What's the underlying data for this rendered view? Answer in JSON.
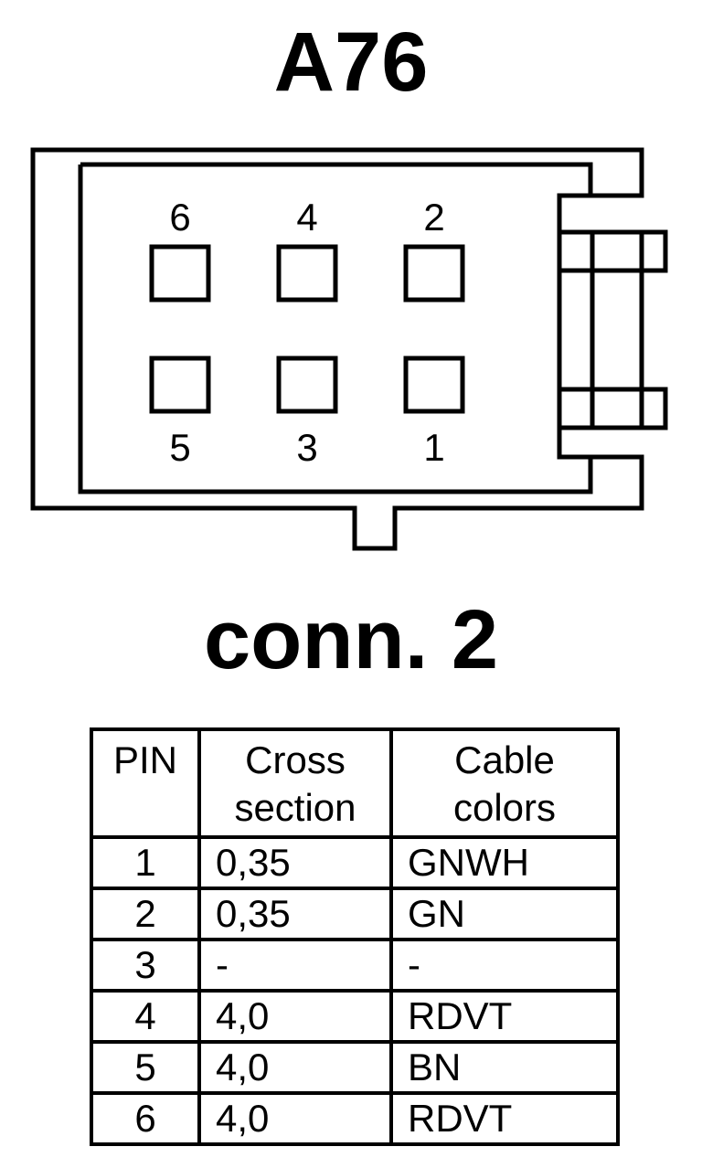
{
  "title": "A76",
  "subtitle": "conn. 2",
  "connector": {
    "top_pins": [
      "6",
      "4",
      "2"
    ],
    "bottom_pins": [
      "5",
      "3",
      "1"
    ]
  },
  "table": {
    "headers": {
      "pin": "PIN",
      "cross_line1": "Cross",
      "cross_line2": "section",
      "color_line1": "Cable",
      "color_line2": "colors"
    },
    "rows": [
      {
        "pin": "1",
        "cross": "0,35",
        "color": "GNWH"
      },
      {
        "pin": "2",
        "cross": "0,35",
        "color": "GN"
      },
      {
        "pin": "3",
        "cross": "-",
        "color": "-"
      },
      {
        "pin": "4",
        "cross": "4,0",
        "color": "RDVT"
      },
      {
        "pin": "5",
        "cross": "4,0",
        "color": "BN"
      },
      {
        "pin": "6",
        "cross": "4,0",
        "color": "RDVT"
      }
    ]
  }
}
